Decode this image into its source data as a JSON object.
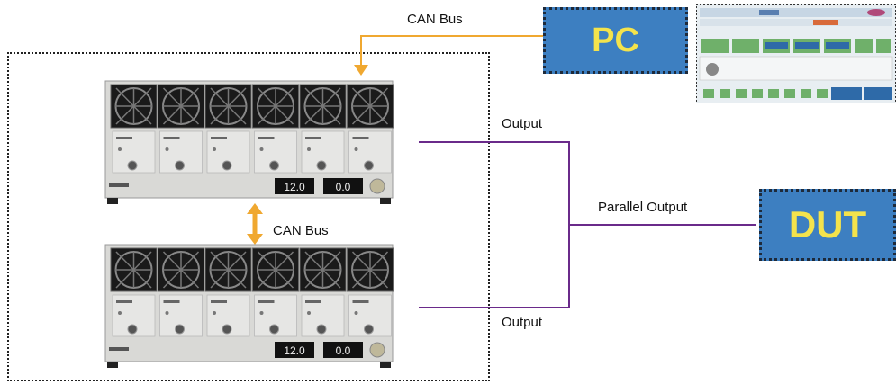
{
  "labels": {
    "can_bus_top": "CAN Bus",
    "can_bus_middle": "CAN Bus",
    "output_top": "Output",
    "output_bottom": "Output",
    "parallel_output": "Parallel Output",
    "pc": "PC",
    "dut": "DUT"
  },
  "units": [
    {
      "display_left": "12.0",
      "display_right": "0.0"
    },
    {
      "display_left": "12.0",
      "display_right": "0.0"
    }
  ],
  "colors": {
    "can_bus_line": "#f0a830",
    "output_line": "#6a2a8a",
    "box_fill": "#3d7fc1",
    "box_text": "#f4e34c",
    "chassis": "#d9d9d6"
  }
}
